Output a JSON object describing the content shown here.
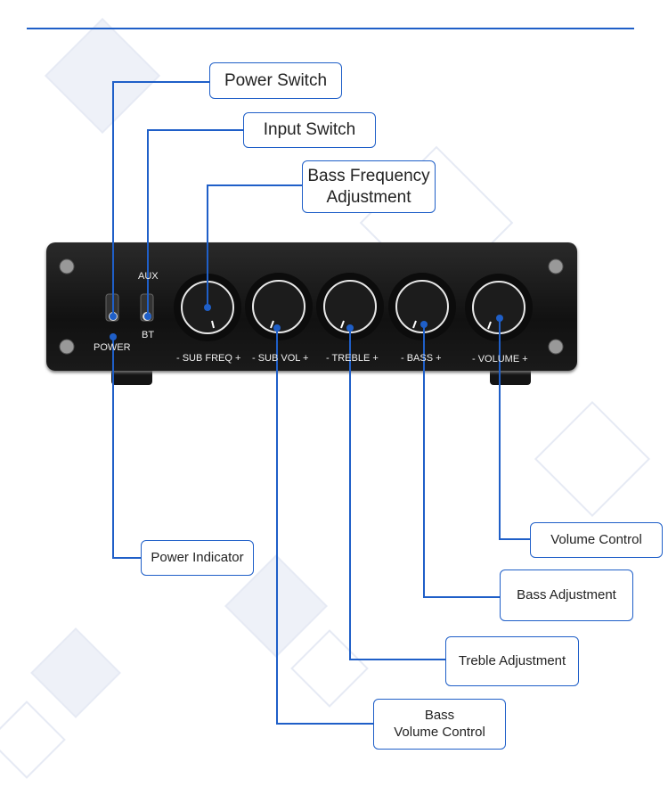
{
  "device_labels": {
    "aux": "AUX",
    "bt": "BT",
    "power": "POWER",
    "sub_freq": "- SUB FREQ +",
    "sub_vol": "- SUB VOL +",
    "treble": "- TREBLE +",
    "bass": "- BASS +",
    "volume": "- VOLUME +"
  },
  "callouts": {
    "power_switch": "Power Switch",
    "input_switch": "Input Switch",
    "bass_freq_line1": "Bass Frequency",
    "bass_freq_line2": "Adjustment",
    "power_indicator": "Power Indicator",
    "volume_control": "Volume Control",
    "bass_adjustment": "Bass Adjustment",
    "treble_adjustment": "Treble Adjustment",
    "bass_volume_line1": "Bass",
    "bass_volume_line2": "Volume Control"
  },
  "colors": {
    "accent": "#1f5fc8",
    "device": "#1b1b1b"
  }
}
